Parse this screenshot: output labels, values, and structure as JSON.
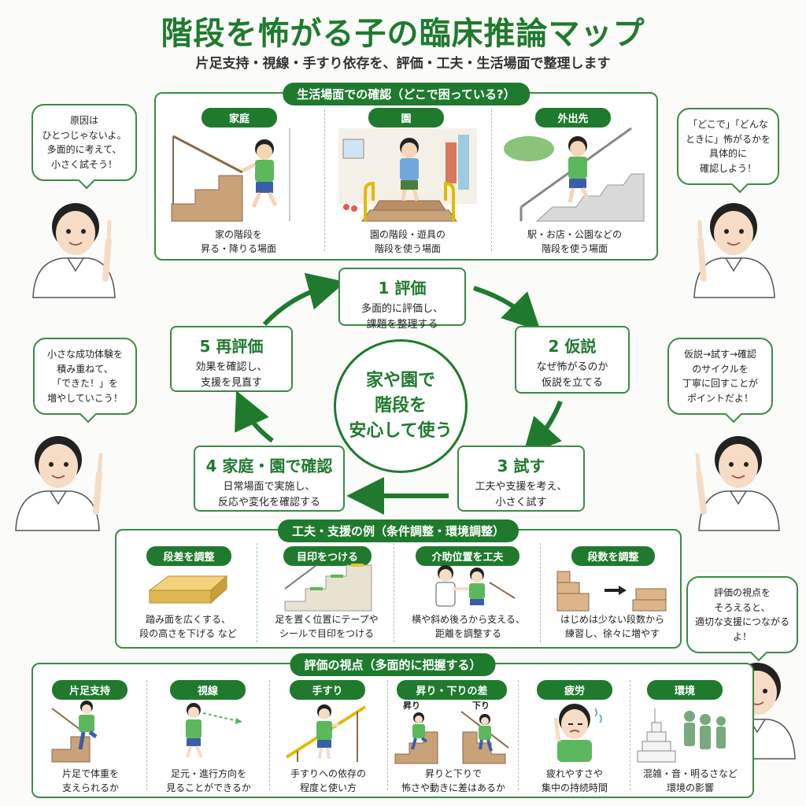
{
  "title": "階段を怖がる子の臨床推論マップ",
  "subtitle": "片足支持・視線・手すり依存を、評価・工夫・生活場面で整理します",
  "life": {
    "header": "生活場面での確認（どこで困っている?）",
    "scenes": [
      {
        "label": "家庭",
        "caption_1": "家の階段を",
        "caption_2": "昇る・降りる場面"
      },
      {
        "label": "園",
        "caption_1": "園の階段・遊具の",
        "caption_2": "階段を使う場面"
      },
      {
        "label": "外出先",
        "caption_1": "駅・お店・公園などの",
        "caption_2": "階段を使う場面"
      }
    ]
  },
  "bubbles": {
    "top_left": [
      "原因は",
      "ひとつじゃないよ。",
      "多面的に考えて、",
      "小さく試そう！"
    ],
    "top_right": [
      "「どこで」「どんな",
      "ときに」怖がるかを",
      "具体的に",
      "確認しよう！"
    ],
    "mid_left": [
      "小さな成功体験を",
      "積み重ねて、",
      "「できた！」を",
      "増やしていこう！"
    ],
    "mid_right": [
      "仮説→試す→確認",
      "のサイクルを",
      "丁寧に回すことが",
      "ポイントだよ！"
    ],
    "bottom_right": [
      "評価の視点を",
      "そろえると、",
      "適切な支援につながるよ！"
    ]
  },
  "cycle": {
    "center_1": "家や園で",
    "center_2": "階段を",
    "center_3": "安心して使う",
    "steps": [
      {
        "title": "1 評価",
        "desc_1": "多面的に評価し、",
        "desc_2": "課題を整理する"
      },
      {
        "title": "2 仮説",
        "desc_1": "なぜ怖がるのか",
        "desc_2": "仮説を立てる"
      },
      {
        "title": "3 試す",
        "desc_1": "工夫や支援を考え、",
        "desc_2": "小さく試す"
      },
      {
        "title": "4 家庭・園で確認",
        "desc_1": "日常場面で実施し、",
        "desc_2": "反応や変化を確認する"
      },
      {
        "title": "5 再評価",
        "desc_1": "効果を確認し、",
        "desc_2": "支援を見直す"
      }
    ]
  },
  "support": {
    "header": "工夫・支援の例（条件調整・環境調整）",
    "items": [
      {
        "label": "段差を調整",
        "caption_1": "踏み面を広くする、",
        "caption_2": "段の高さを下げる など"
      },
      {
        "label": "目印をつける",
        "caption_1": "足を置く位置にテープや",
        "caption_2": "シールで目印をつける"
      },
      {
        "label": "介助位置を工夫",
        "caption_1": "横や斜め後ろから支える、",
        "caption_2": "距離を調整する"
      },
      {
        "label": "段数を調整",
        "caption_1": "はじめは少ない段数から",
        "caption_2": "練習し、徐々に増やす"
      }
    ]
  },
  "eval": {
    "header": "評価の視点（多面的に把握する）",
    "up_label": "昇り",
    "down_label": "下り",
    "items": [
      {
        "label": "片足支持",
        "caption_1": "片足で体重を",
        "caption_2": "支えられるか"
      },
      {
        "label": "視線",
        "caption_1": "足元・進行方向を",
        "caption_2": "見ることができるか"
      },
      {
        "label": "手すり",
        "caption_1": "手すりへの依存の",
        "caption_2": "程度と使い方"
      },
      {
        "label": "昇り・下りの差",
        "caption_1": "昇りと下りで",
        "caption_2": "怖さや動きに差はあるか"
      },
      {
        "label": "疲労",
        "caption_1": "疲れやすさや",
        "caption_2": "集中の持続時間"
      },
      {
        "label": "環境",
        "caption_1": "混雑・音・明るさなど",
        "caption_2": "環境の影響"
      }
    ]
  },
  "colors": {
    "accent": "#1f7a2e",
    "shirt_green": "#5cb85c",
    "shirt_blue": "#6fa8dc",
    "stair_wood": "#c9a27a"
  }
}
